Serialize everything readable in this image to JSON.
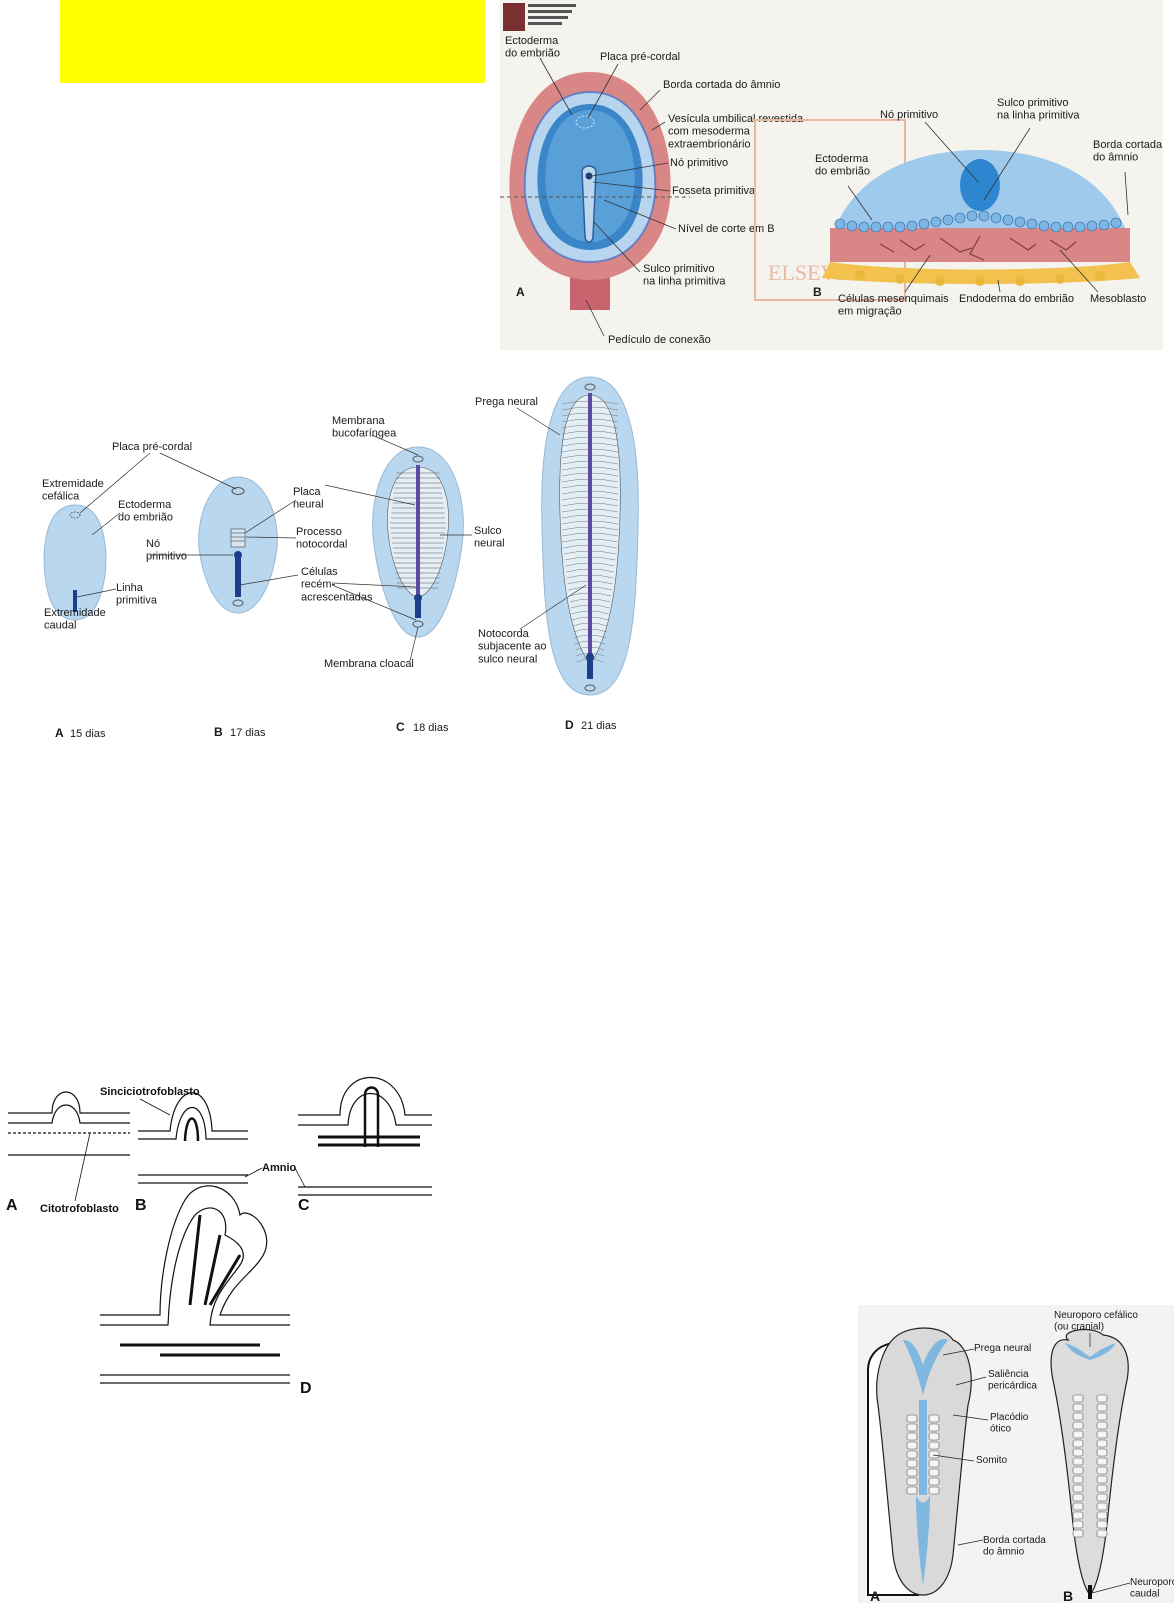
{
  "colors": {
    "highlight": "#ffff00",
    "embryo_blue": "#8fc3e6",
    "deep_blue": "#3a86c8",
    "mesoderm_red": "#d98686",
    "yolk_orange": "#f2c14e",
    "panel_bg": "#f5f3ee"
  },
  "fig1": {
    "labels": {
      "ectoderm": "Ectoderma\ndo embrião",
      "prechordal": "Placa pré-cordal",
      "amnion_edge": "Borda cortada do âmnio",
      "umbilical": "Vesícula umbilical revestida\ncom mesoderma\nextraembrionário",
      "node": "Nó primitivo",
      "pit": "Fosseta primitiva",
      "cut_level": "Nível de corte em B",
      "groove": "Sulco primitivo\nna linha primitiva",
      "stalk": "Pedículo de conexão",
      "letter_a": "A",
      "b_node": "Nó primitivo",
      "b_groove": "Sulco primitivo\nna linha primitiva",
      "b_amnion": "Borda cortada\ndo âmnio",
      "b_ectoderm": "Ectoderma\ndo embrião",
      "b_mesen": "Células mesenquimais\nem migração",
      "b_endoderm": "Endoderma do embrião",
      "b_mesoblast": "Mesoblasto",
      "letter_b": "B",
      "watermark": "ELSEVIER"
    }
  },
  "fig2": {
    "labels": {
      "prechordal": "Placa pré-cordal",
      "cephalic": "Extremidade\ncefálica",
      "ectoderm": "Ectoderma\ndo embrião",
      "node": "Nó\nprimitivo",
      "streak": "Linha\nprimitiva",
      "caudal": "Extremidade\ncaudal",
      "neural_plate": "Placa\nneural",
      "notochordal": "Processo\nnotocordal",
      "cells": "Células\nrecém-\nacrescentadas",
      "buccopharyngeal": "Membrana\nbucofaríngea",
      "groove": "Sulco\nneural",
      "cloacal": "Membrana cloacal",
      "fold": "Prega neural",
      "notochord": "Notocorda\nsubjacente ao\nsulco neural"
    },
    "stages": [
      {
        "letter": "A",
        "days": "15 dias"
      },
      {
        "letter": "B",
        "days": "17 dias"
      },
      {
        "letter": "C",
        "days": "18 dias"
      },
      {
        "letter": "D",
        "days": "21 dias"
      }
    ]
  },
  "fig3": {
    "labels": {
      "syncytio": "Sinciciotrofoblasto",
      "cyto": "Citotrofoblasto",
      "amnio": "Amnio",
      "a": "A",
      "b": "B",
      "c": "C",
      "d": "D"
    }
  },
  "fig4": {
    "labels": {
      "cephalic_pore": "Neuroporo cefálico\n(ou cranial)",
      "fold": "Prega neural",
      "pericardial": "Saliência\npericárdica",
      "otic": "Placódio\nótico",
      "somite": "Somito",
      "amnion_edge": "Borda cortada\ndo âmnio",
      "caudal_pore": "Neuroporo\ncaudal",
      "a": "A",
      "b": "B"
    }
  }
}
